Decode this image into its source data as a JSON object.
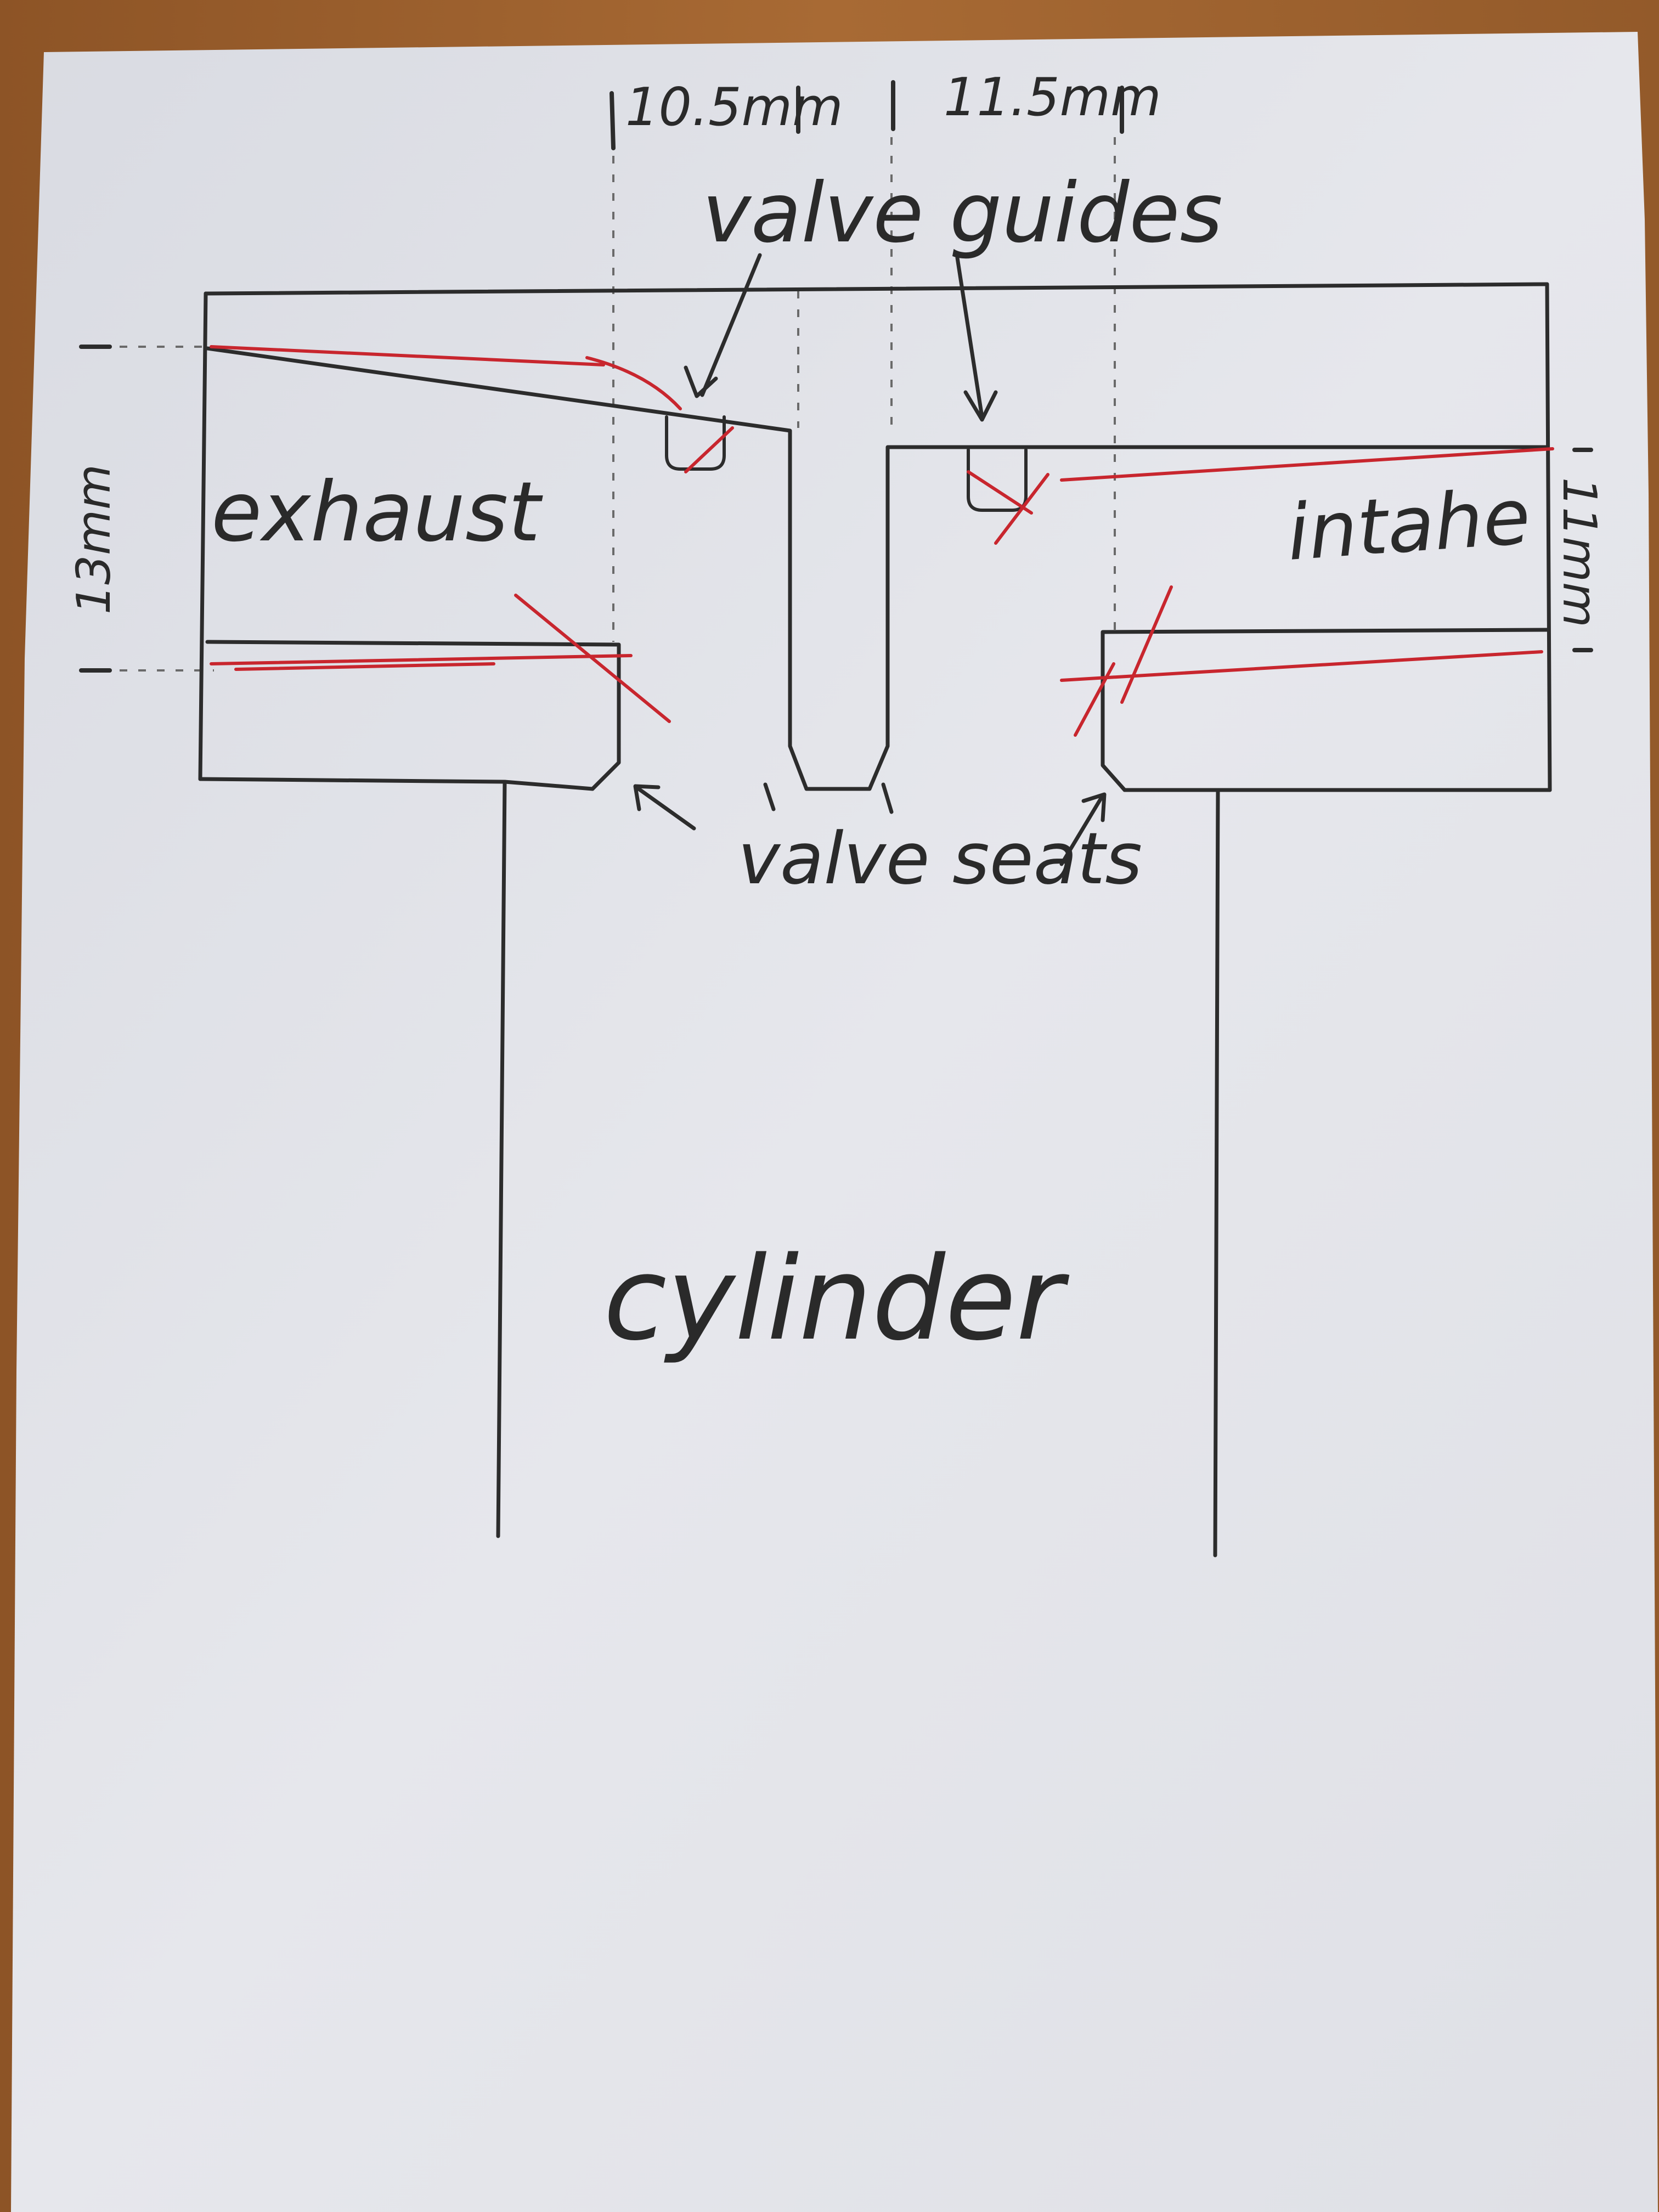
{
  "diagram": {
    "labels": {
      "exhaust": "exhaust",
      "intake": "intahe",
      "cylinder": "cylinder",
      "valve_guides": "valve guides",
      "valve_seats": "valve seats"
    },
    "dimensions": {
      "exhaust_offset": "10.5mm",
      "intake_offset": "11.5mm",
      "exhaust_port_height": "13mm",
      "intake_port_height": "11mm"
    },
    "colors": {
      "paper": "#e4e5ea",
      "pencil": "#2c2c2c",
      "red_pen": "#c8262e",
      "background": "#a0632e"
    }
  }
}
